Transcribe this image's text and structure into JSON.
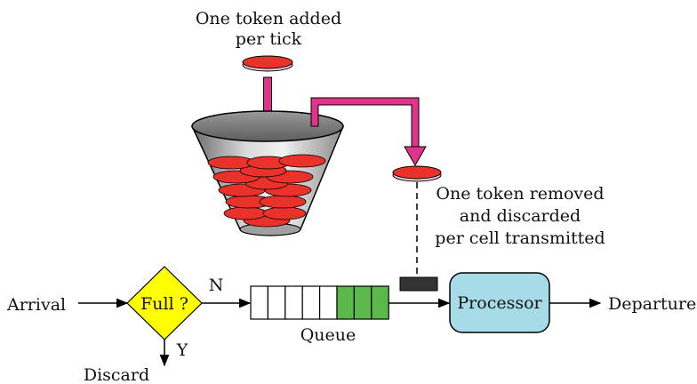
{
  "labels": {
    "token_added_line1": "One token added",
    "token_added_line2": "per tick",
    "token_removed_line1": "One token removed",
    "token_removed_line2": "and discarded",
    "token_removed_line3": "per cell transmitted",
    "arrival": "Arrival",
    "full_decision": "Full ?",
    "no_branch": "N",
    "yes_branch": "Y",
    "discard": "Discard",
    "queue": "Queue",
    "processor": "Processor",
    "departure": "Departure"
  },
  "queue": {
    "total_slots": 8,
    "filled_slots": 3
  },
  "colors": {
    "token": "#e8322a",
    "token_edge": "#f2c6d4",
    "token_arrow": "#e0338c",
    "decision_fill": "#ffff00",
    "queue_filled": "#5bb84a",
    "processor_fill": "#a6dbe8",
    "gate": "#333333"
  }
}
